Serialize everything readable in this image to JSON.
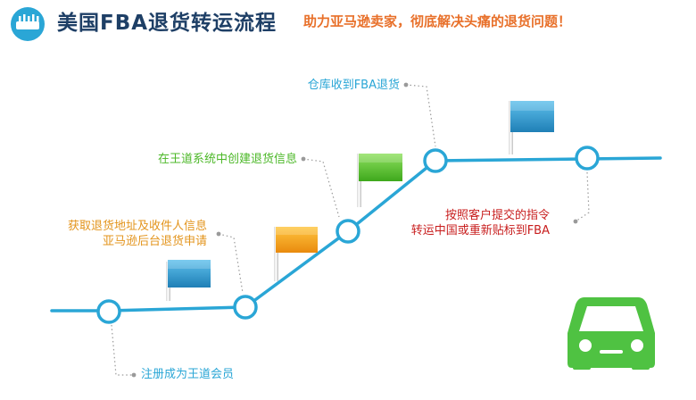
{
  "header": {
    "icon": "ruler-icon",
    "title": "美国FBA退货转运流程",
    "slogan": "助力亚马逊卖家，彻底解决头痛的退货问题！"
  },
  "steps": {
    "register": {
      "lines": [
        "注册成为王道会员"
      ],
      "color": "#2aa6d6"
    },
    "apply": {
      "lines": [
        "获取退货地址及收件人信息",
        "亚马逊后台退货申请"
      ],
      "color": "#e3941c"
    },
    "create": {
      "lines": [
        "在王道系统中创建退货信息"
      ],
      "color": "#4cb828"
    },
    "received": {
      "lines": [
        "仓库收到FBA退货"
      ],
      "color": "#2aa6d6"
    },
    "forward": {
      "lines": [
        "按照客户提交的指令",
        "转运中国或重新贴标到FBA"
      ],
      "color": "#c81e1e"
    }
  },
  "colors": {
    "line": "#2aa6d6",
    "flag_blue": "#2b8fc4",
    "flag_orange": "#f0a21c",
    "flag_green": "#56c22c",
    "car": "#4fc242"
  },
  "icons": [
    "ruler-icon",
    "flag-icon",
    "car-icon"
  ]
}
